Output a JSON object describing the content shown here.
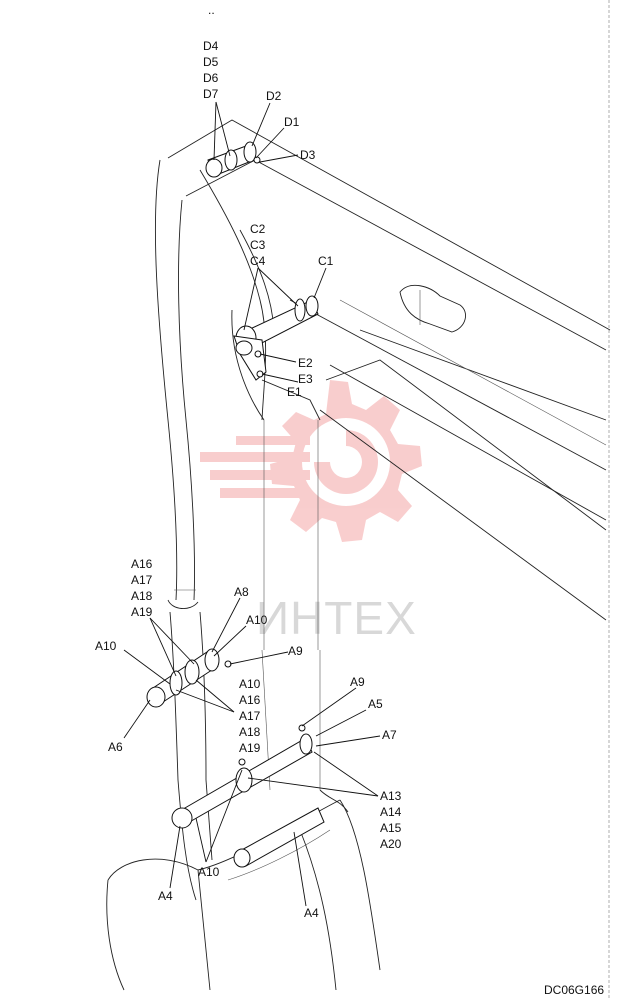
{
  "header": {
    "dots": ".."
  },
  "watermark": {
    "text": "ИНТЕХ",
    "color": "#f4a5a5"
  },
  "drawing_code": "DC06G166",
  "labels": {
    "D4": "D4",
    "D5": "D5",
    "D6": "D6",
    "D7": "D7",
    "D2": "D2",
    "D1": "D1",
    "D3": "D3",
    "C2": "C2",
    "C3": "C3",
    "C4": "C4",
    "C1": "C1",
    "E2": "E2",
    "E3": "E3",
    "E1": "E1",
    "A16a": "A16",
    "A17a": "A17",
    "A18a": "A18",
    "A19a": "A19",
    "A8": "A8",
    "A10a": "A10",
    "A10b": "A10",
    "A9a": "A9",
    "A6": "A6",
    "A10c": "A10",
    "A16b": "A16",
    "A17b": "A17",
    "A18b": "A18",
    "A19b": "A19",
    "A9b": "A9",
    "A5": "A5",
    "A7": "A7",
    "A13": "A13",
    "A14": "A14",
    "A15": "A15",
    "A20": "A20",
    "A4a": "A4",
    "A10d": "A10",
    "A4b": "A4"
  }
}
